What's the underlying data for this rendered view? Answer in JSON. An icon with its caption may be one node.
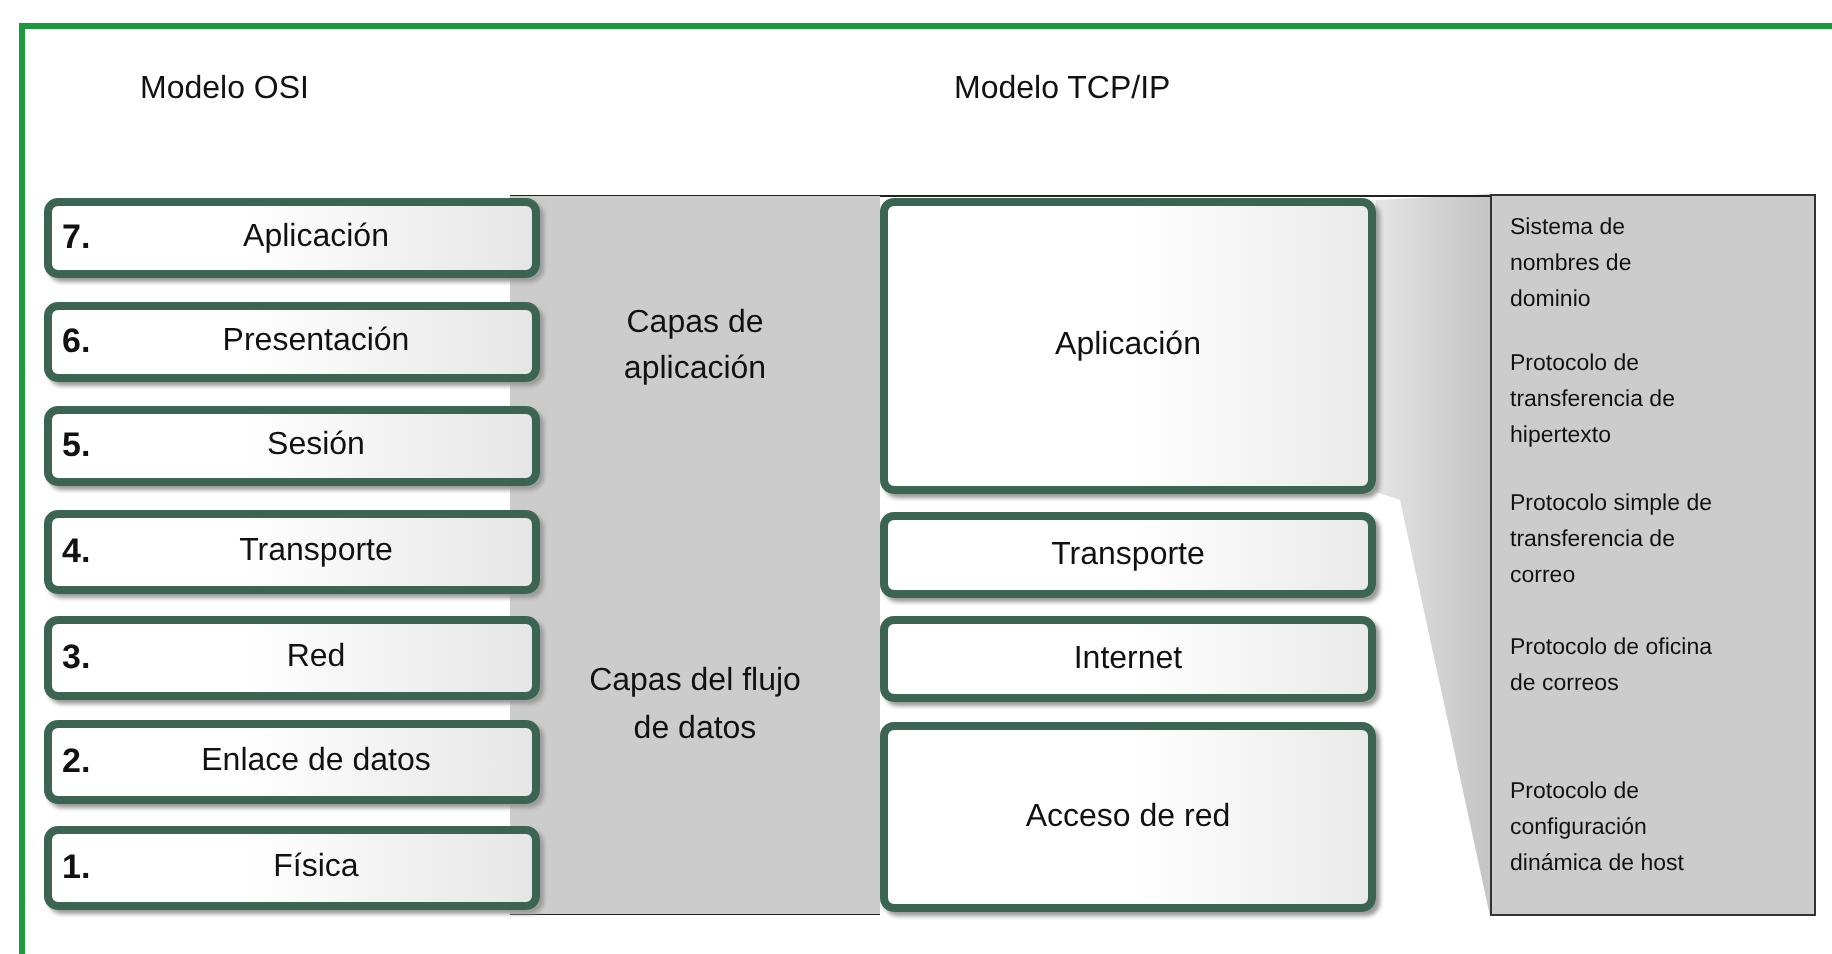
{
  "diagram": {
    "nodes": [
      {
        "text": [
          "7.",
          "Aplicación"
        ]
      },
      {
        "text": [
          "6.",
          "Presentación"
        ]
      },
      {
        "text": [
          "5.",
          "Sesión"
        ]
      },
      {
        "text": [
          "4.",
          "Transporte"
        ]
      },
      {
        "text": [
          "3.",
          "Red"
        ]
      },
      {
        "text": [
          "2.",
          "Enlace de datos"
        ]
      },
      {
        "text": [
          "1.",
          "Física"
        ]
      },
      {
        "text": [
          "Capas de aplicación"
        ]
      },
      {
        "text": [
          "Capas del flujo de datos"
        ]
      },
      {
        "text": [
          "Aplicación"
        ]
      },
      {
        "text": [
          "Transporte"
        ]
      },
      {
        "text": [
          "Internet"
        ]
      },
      {
        "text": [
          "Acceso de red"
        ]
      },
      {
        "text": [
          "Sistema de nombres de dominio",
          "Protocolo de transferencia de hipertexto",
          "Protocolo simple de transferencia de correo",
          "Protocolo de oficina de correos",
          "Protocolo de configuración dinámica de host"
        ]
      },
      {
        "text": [],
        "shape": "wedge"
      }
    ],
    "edges": [],
    "labels": [
      "Modelo OSI",
      "Modelo TCP/IP"
    ]
  }
}
